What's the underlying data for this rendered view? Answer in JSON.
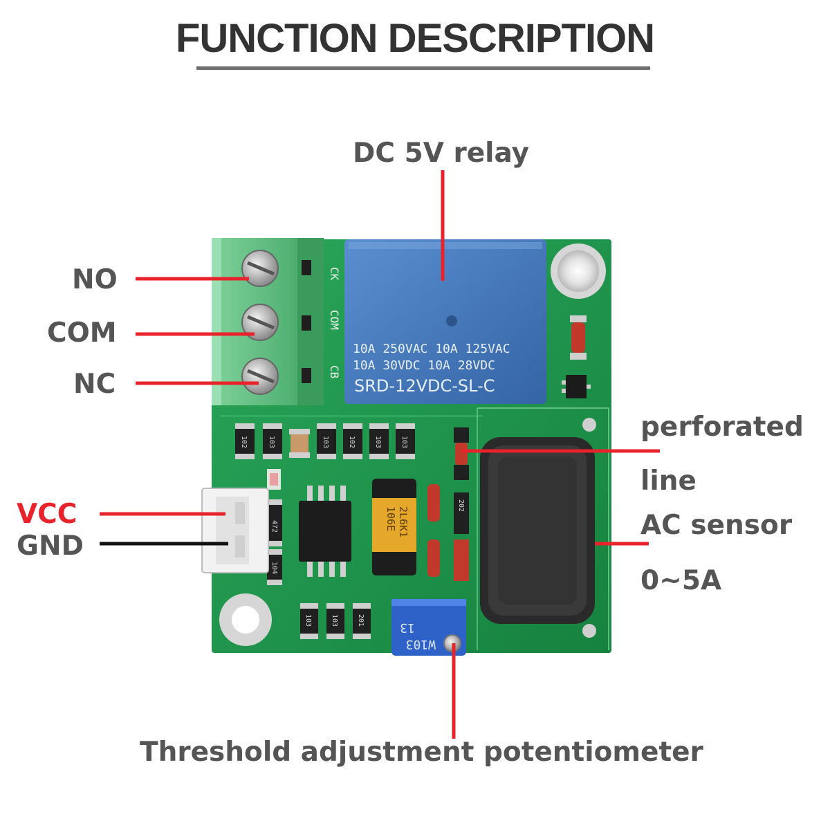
{
  "title": "FUNCTION DESCRIPTION",
  "labels": {
    "relay": "DC 5V relay",
    "no": "NO",
    "com": "COM",
    "nc": "NC",
    "vcc": "VCC",
    "gnd": "GND",
    "perforated_1": "perforated",
    "perforated_2": "line",
    "ac_sensor_1": "AC sensor",
    "ac_sensor_2": "0~5A",
    "potentiometer": "Threshold adjustment potentiometer"
  },
  "board": {
    "relay_text": [
      "10A 250VAC  10A 125VAC",
      "10A  30VDC  10A  28VDC",
      "SRD-12VDC-SL-C"
    ],
    "terminal_marks": [
      "CK",
      "COM",
      "CB"
    ],
    "pot_text": [
      "13",
      "W103"
    ],
    "cap_text": [
      "106E",
      "2L6K1"
    ],
    "resistor_codes": [
      "102",
      "103",
      "103",
      "102",
      "103",
      "103"
    ],
    "small_codes": [
      "472",
      "104",
      "103",
      "103",
      "201",
      "202"
    ]
  },
  "colors": {
    "accent": "#e8232b",
    "label_gray": "#555555",
    "pcb_green": "#1f9a4c",
    "relay_blue": "#3b6fb4",
    "terminal_green": "#59b978"
  }
}
